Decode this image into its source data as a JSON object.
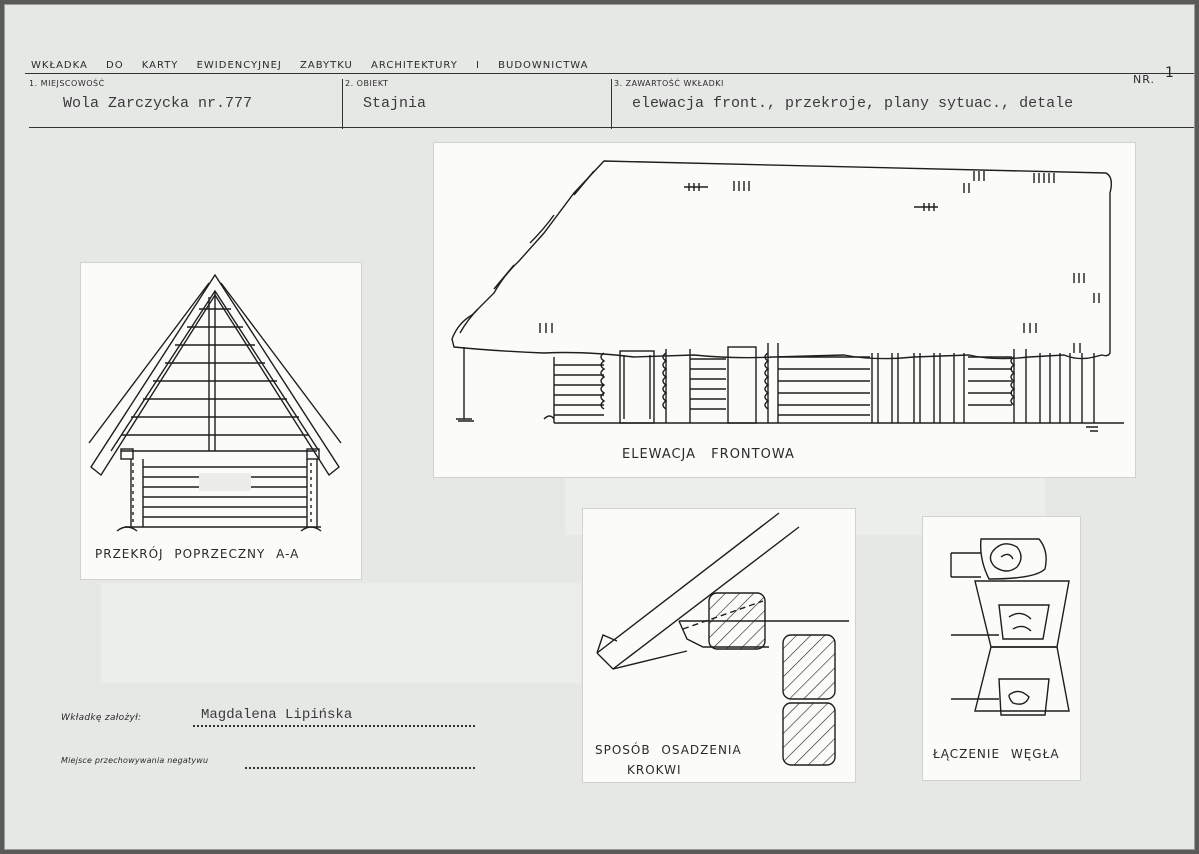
{
  "header": {
    "form_title": "WKŁADKA DO KARTY EWIDENCYJNEJ ZABYTKU ARCHITEKTURY I BUDOWNICTWA",
    "number_label": "NR.",
    "number_value": "1",
    "field1_label": "1. MIEJSCOWOŚĆ",
    "field1_value": "Wola Zarczycka nr.777",
    "field2_label": "2. OBIEKT",
    "field2_value": "Stajnia",
    "field3_label": "3. ZAWARTOŚĆ WKŁADKI",
    "field3_value": "elewacja front., przekroje, plany sytuac., detale"
  },
  "drawings": {
    "front_elevation_caption": "ELEWACJA FRONTOWA",
    "cross_section_caption": "PRZEKRÓJ POPRZECZNY A-A",
    "rafter_caption_line1": "SPOSÓB OSADZENIA",
    "rafter_caption_line2": "KROKWI",
    "corner_caption": "ŁĄCZENIE WĘGŁA"
  },
  "footer": {
    "author_label": "Wkładkę założył:",
    "author_value": "Magdalena Lipińska",
    "storage_label": "Miejsce przechowywania negatywu"
  }
}
